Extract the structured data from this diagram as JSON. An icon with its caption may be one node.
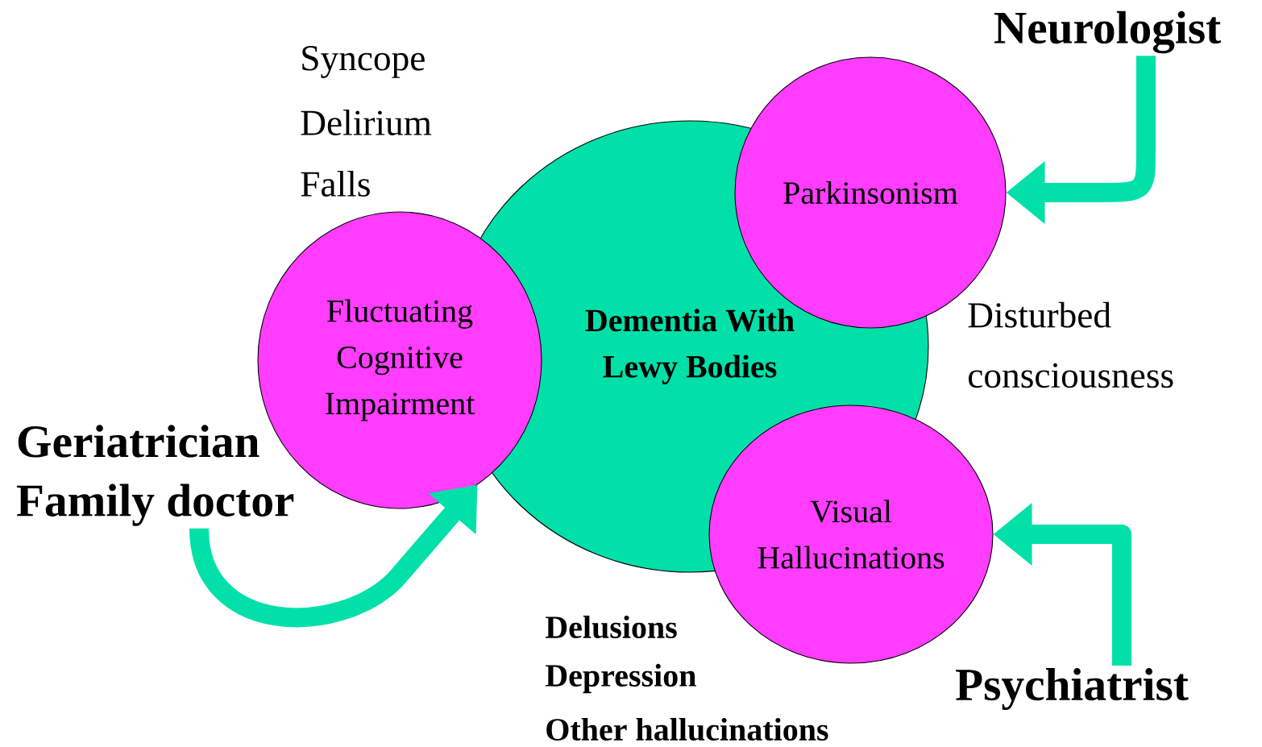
{
  "diagram": {
    "nodes": [
      {
        "text": [
          "Dementia With Lewy Bodies"
        ]
      },
      {
        "text": [
          "Fluctuating Cognitive Impairment"
        ]
      },
      {
        "text": [
          "Parkinsonism"
        ]
      },
      {
        "text": [
          "Visual Hallucinations"
        ]
      },
      {
        "text": [
          "Geriatrician",
          "Family doctor"
        ]
      },
      {
        "text": [
          "Neurologist"
        ]
      },
      {
        "text": [
          "Psychiatrist"
        ]
      }
    ],
    "edges": [
      {
        "from": 4,
        "to": 1,
        "arrow": "to"
      },
      {
        "from": 5,
        "to": 2,
        "arrow": "to"
      },
      {
        "from": 6,
        "to": 3,
        "arrow": "to"
      }
    ],
    "labels": [
      "Syncope",
      "Delirium",
      "Falls",
      "Disturbed consciousness",
      "Delusions",
      "Depression",
      "Other hallucinations"
    ]
  }
}
